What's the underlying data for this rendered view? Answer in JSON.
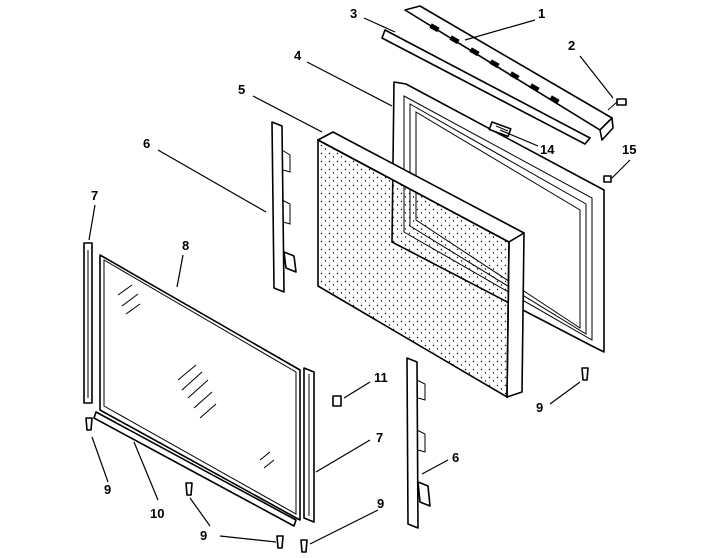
{
  "callouts": [
    {
      "id": "c1",
      "text": "1"
    },
    {
      "id": "c2",
      "text": "2"
    },
    {
      "id": "c3",
      "text": "3"
    },
    {
      "id": "c4",
      "text": "4"
    },
    {
      "id": "c5",
      "text": "5"
    },
    {
      "id": "c6a",
      "text": "6"
    },
    {
      "id": "c6b",
      "text": "6"
    },
    {
      "id": "c7a",
      "text": "7"
    },
    {
      "id": "c7b",
      "text": "7"
    },
    {
      "id": "c8",
      "text": "8"
    },
    {
      "id": "c9a",
      "text": "9"
    },
    {
      "id": "c9b",
      "text": "9"
    },
    {
      "id": "c9c",
      "text": "9"
    },
    {
      "id": "c9d",
      "text": "9"
    },
    {
      "id": "c10",
      "text": "10"
    },
    {
      "id": "c11",
      "text": "11"
    },
    {
      "id": "c14",
      "text": "14"
    },
    {
      "id": "c15",
      "text": "15"
    }
  ],
  "colors": {
    "ink": "#000000",
    "paper": "#ffffff"
  }
}
